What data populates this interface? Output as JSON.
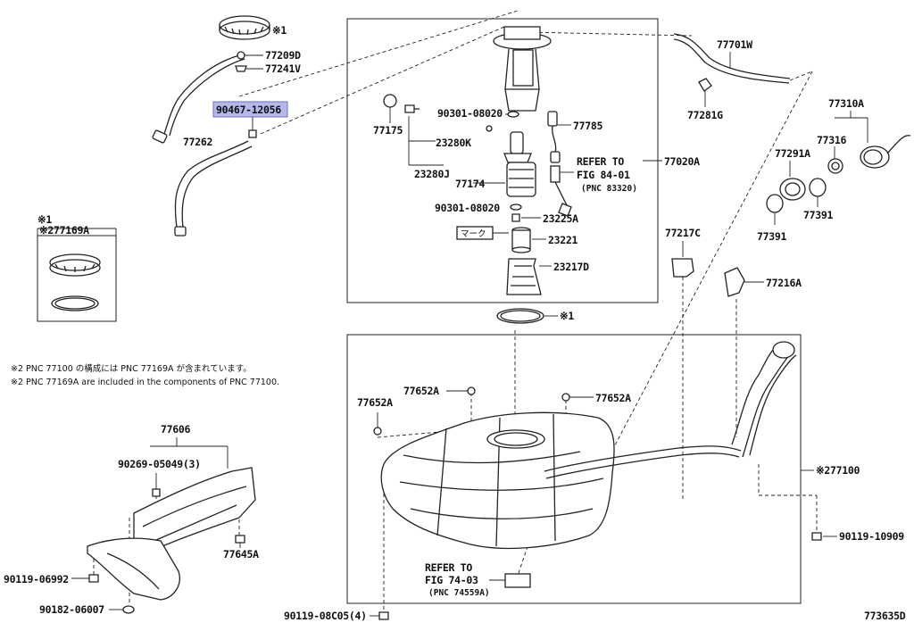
{
  "diagram_id": "773635D",
  "highlighted_part": "90467-12056",
  "labels": {
    "p77209D": "77209D",
    "p77241V": "77241V",
    "p90467": "90467-12056",
    "p77262": "77262",
    "mark1_top": "※1",
    "p77175": "77175",
    "p90301a": "90301-08020",
    "p23280K": "23280K",
    "p23280J": "23280J",
    "p77785": "77785",
    "p77174": "77174",
    "refer1_a": "REFER TO",
    "refer1_b": "FIG 84-01",
    "refer1_c": "(PNC 83320)",
    "p90301b": "90301-08020",
    "p23225A": "23225A",
    "mark_box": "マーク",
    "p23221": "23221",
    "p23217D": "23217D",
    "p77020A": "77020A",
    "p77701W": "77701W",
    "p77281G": "77281G",
    "p77310A": "77310A",
    "p77316": "77316",
    "p77291A": "77291A",
    "p77391a": "77391",
    "p77391b": "77391",
    "p77217C": "77217C",
    "p77216A": "77216A",
    "mark1_mid": "※1",
    "legend_mark": "※1",
    "legend_part": "※277169A",
    "note_jp": "※2 PNC 77100 の構成には PNC 77169A が含まれています。",
    "note_en": "※2 PNC 77169A are included in the components of PNC 77100.",
    "p77652A_a": "77652A",
    "p77652A_b": "77652A",
    "p77652A_c": "77652A",
    "p77100": "※277100",
    "p90119_10909": "90119-10909",
    "refer2_a": "REFER TO",
    "refer2_b": "FIG 74-03",
    "refer2_c": "(PNC 74559A)",
    "p90119_08C05": "90119-08C05(4)",
    "p77606": "77606",
    "p90269": "90269-05049(3)",
    "p77645A": "77645A",
    "p90119_06992": "90119-06992",
    "p90182": "90182-06007"
  }
}
